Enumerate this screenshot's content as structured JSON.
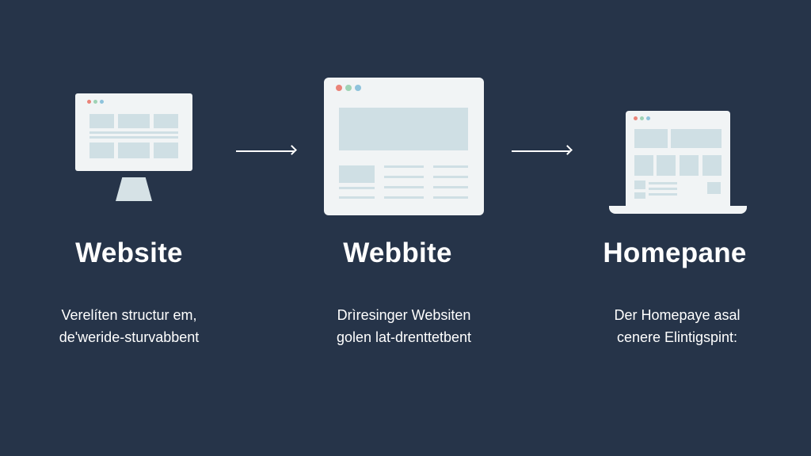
{
  "colors": {
    "background": "#263449",
    "panel": "#f1f4f5",
    "block": "#cfdfe4",
    "dot_red": "#ea8378",
    "dot_green": "#9fd3b5",
    "dot_blue": "#8ec3dc",
    "text": "#ffffff"
  },
  "steps": [
    {
      "icon": "desktop-monitor-icon",
      "title": "Website",
      "desc_line1": "Verelíten structur em,",
      "desc_line2": "de'weride-sturvabbent"
    },
    {
      "icon": "browser-window-icon",
      "title": "Webbite",
      "desc_line1": "Drìresinger Websiten",
      "desc_line2": "golen lat-drenttetbent"
    },
    {
      "icon": "laptop-icon",
      "title": "Homepane",
      "desc_line1": "Der Homepaye asal",
      "desc_line2": "cenere Elintigspint:"
    }
  ],
  "arrows": [
    "arrow-right-icon",
    "arrow-right-icon"
  ]
}
